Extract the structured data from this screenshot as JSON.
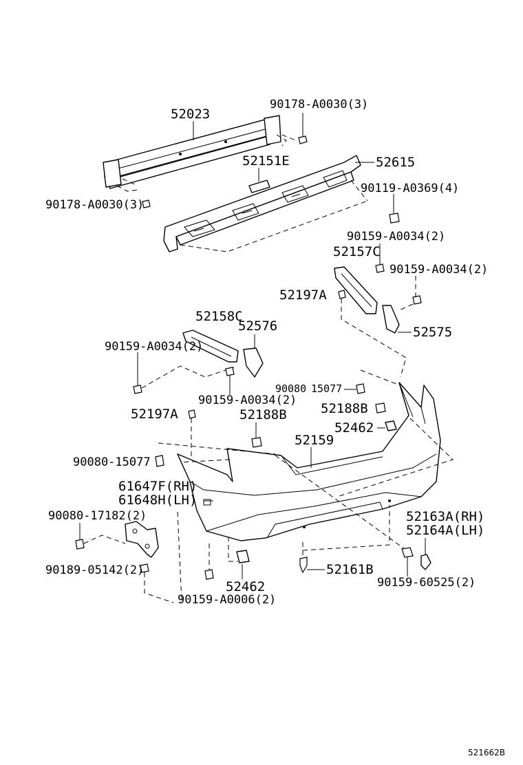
{
  "diagram_id": "521662B",
  "labels": {
    "p52023": "52023",
    "p90178_top": "90178-A0030(3)",
    "p52151E": "52151E",
    "p52615": "52615",
    "p90178_left": "90178-A0030(3)",
    "p90119": "90119-A0369(4)",
    "p90159_r1": "90159-A0034(2)",
    "p52157C": "52157C",
    "p90159_r2": "90159-A0034(2)",
    "p52197A_r": "52197A",
    "p52575": "52575",
    "p52158C": "52158C",
    "p52576": "52576",
    "p90159_l1": "90159-A0034(2)",
    "p90080_r": "90080",
    "p15077_r": "15077",
    "p90159_l2": "90159-A0034(2)",
    "p52197A_l": "52197A",
    "p52188B_c": "52188B",
    "p52188B_r": "52188B",
    "p52462_r": "52462",
    "p52159": "52159",
    "p90080_l": "90080-15077",
    "p61647F": "61647F(RH)",
    "p61648H": "61648H(LH)",
    "p90080_17182": "90080-17182(2)",
    "p52163A": "52163A(RH)",
    "p52164A": "52164A(LH)",
    "p90189": "90189-05142(2)",
    "p52161B": "52161B",
    "p52462_b": "52462",
    "p90159_60525": "90159-60525(2)",
    "p90159_A0006": "90159-A0006(2)"
  }
}
